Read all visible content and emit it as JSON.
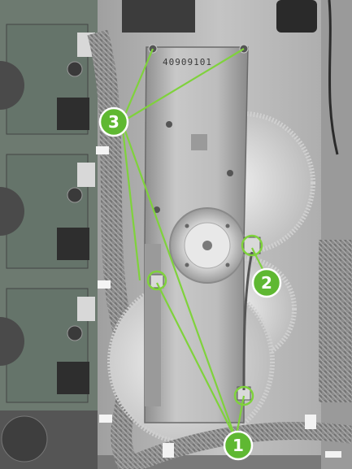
{
  "photo": {
    "plate_label": "40909101"
  },
  "callouts": [
    {
      "id": "callout-1",
      "label": "1"
    },
    {
      "id": "callout-2",
      "label": "2"
    },
    {
      "id": "callout-3",
      "label": "3"
    }
  ],
  "colors": {
    "callout_fill": "#5fb832",
    "callout_stroke": "#ffffff",
    "leader_line": "#7fd23c",
    "frame_gray": "#b9b9b9",
    "gear_white": "#e4e4e4",
    "pcb_green": "#5a6b5a"
  }
}
